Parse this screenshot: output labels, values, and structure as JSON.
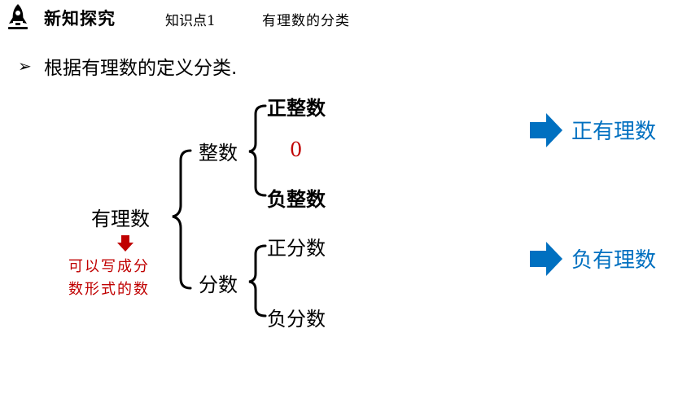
{
  "header": {
    "section": "新知探究",
    "point": "知识点1",
    "topic": "有理数的分类"
  },
  "intro": {
    "bullet": "➢",
    "text": "根据有理数的定义分类."
  },
  "tree": {
    "root": "有理数",
    "note_line1": "可以写成分",
    "note_line2": "数形式的数",
    "integer": {
      "label": "整数",
      "children": [
        "正整数",
        "0",
        "负整数"
      ]
    },
    "fraction": {
      "label": "分数",
      "children": [
        "正分数",
        "负分数"
      ]
    }
  },
  "results": [
    "正有理数",
    "负有理数"
  ],
  "colors": {
    "accent_blue": "#0070c0",
    "accent_red": "#c00000"
  },
  "icons": {
    "header": "rocket-icon",
    "note_arrow": "down-arrow-icon",
    "result_arrow": "right-arrow-icon"
  }
}
